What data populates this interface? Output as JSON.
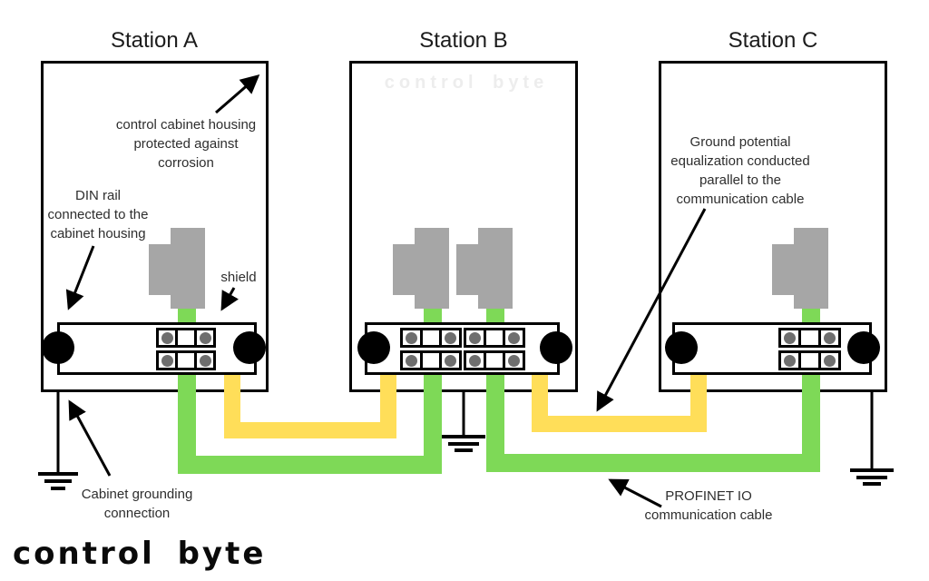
{
  "stations": [
    {
      "title": "Station A"
    },
    {
      "title": "Station B"
    },
    {
      "title": "Station C"
    }
  ],
  "annotations": {
    "corrosion": "control cabinet housing\nprotected against\ncorrosion",
    "din_rail": "DIN rail\nconnected to the\ncabinet housing",
    "shield": "shield",
    "ground_equalization": "Ground potential\nequalization conducted\nparallel to the\ncommunication cable",
    "cabinet_grounding": "Cabinet grounding\nconnection",
    "profinet": "PROFINET IO\ncommunication cable"
  },
  "logo": {
    "text": "control byte",
    "watermark": "control byte"
  },
  "colors": {
    "cable-green": "#7ed957",
    "cable-yellow": "#ffde59",
    "connector-gray": "#a6a6a6",
    "clamp-gray": "#6e6e6e",
    "text-dark": "#2e2e2e",
    "watermark-gray": "#ededed"
  }
}
